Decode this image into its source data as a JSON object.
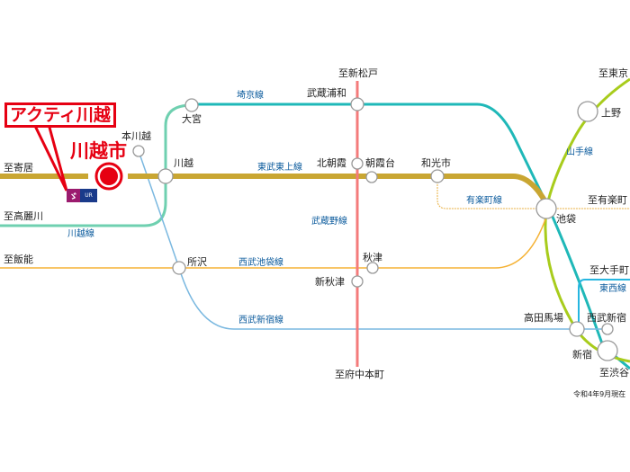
{
  "callout": "アクティ川越",
  "city": "川越市",
  "logo": "UR",
  "note": "令和4年9月現在",
  "colors": {
    "tojo": "#c9a632",
    "saikyo": "#1fb8b8",
    "kawagoe": "#6fd0b0",
    "musashino": "#f47b7b",
    "seibu_shinjuku": "#7ab8e0",
    "seibu_ikebukuro": "#f5b235",
    "yurakucho": "#e8b040",
    "yamanote": "#a8cc1c",
    "tozai": "#26b6e0",
    "marker": "#e60012"
  },
  "lines": {
    "tojo": "東武東上線",
    "saikyo": "埼京線",
    "kawagoe": "川越線",
    "musashino": "武蔵野線",
    "seibu_ikebukuro": "西武池袋線",
    "seibu_shinjuku": "西武新宿線",
    "yurakucho": "有楽町線",
    "yamanote": "山手線",
    "tozai": "東西線"
  },
  "stations": {
    "omiya": "大宮",
    "honkawagoe": "本川越",
    "kawagoe": "川越",
    "musashiurawa": "武蔵浦和",
    "kitaasaka": "北朝霞",
    "asakadai": "朝霞台",
    "wakoshi": "和光市",
    "tokorozawa": "所沢",
    "akitsu": "秋津",
    "shinakitsu": "新秋津",
    "ikebukuro": "池袋",
    "ueno": "上野",
    "takadanobaba": "高田馬場",
    "seibushinjuku": "西武新宿",
    "shinjuku": "新宿"
  },
  "directions": {
    "yorii": "至寄居",
    "komagawa": "至高麗川",
    "hanno": "至飯能",
    "shinmatsudo": "至新松戸",
    "fuchuhonmachi": "至府中本町",
    "tokyo": "至東京",
    "yurakucho": "至有楽町",
    "otemachi": "至大手町",
    "shibuya": "至渋谷"
  }
}
